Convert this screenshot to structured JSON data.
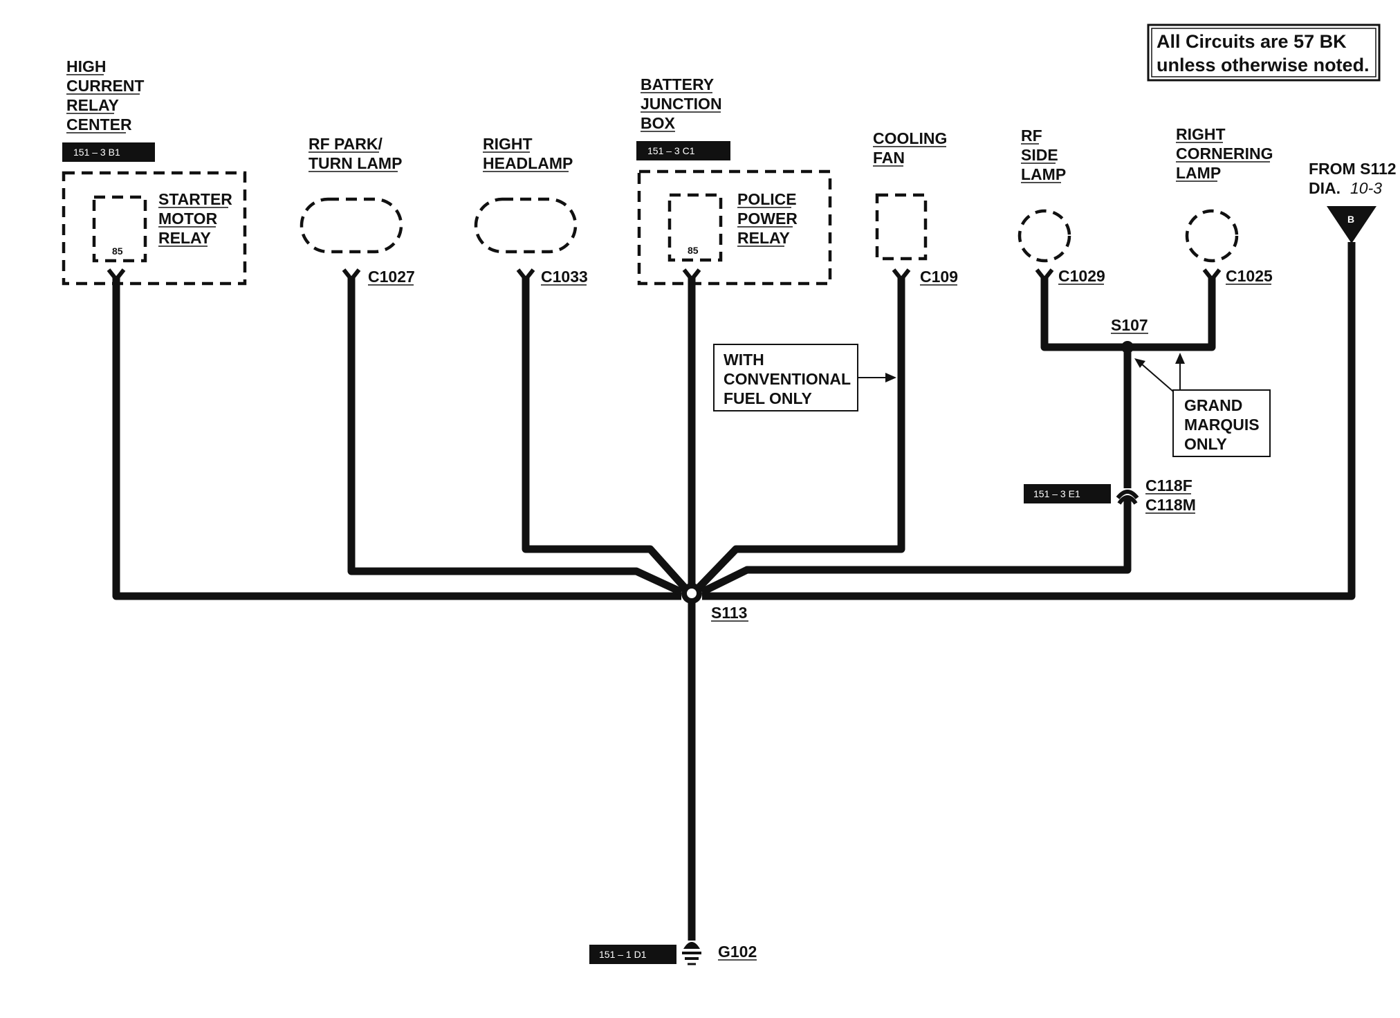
{
  "note": {
    "line1": "All Circuits are 57 BK",
    "line2": "unless otherwise noted."
  },
  "components": {
    "hcrc": {
      "title": [
        "HIGH",
        "CURRENT",
        "RELAY",
        "CENTER"
      ],
      "ref": "151 – 3 B1",
      "inner": [
        "STARTER",
        "MOTOR",
        "RELAY"
      ],
      "pin": "85"
    },
    "rf_park": {
      "title": [
        "RF PARK/",
        "TURN LAMP"
      ],
      "connector": "C1027"
    },
    "right_headlamp": {
      "title": [
        "RIGHT",
        "HEADLAMP"
      ],
      "connector": "C1033"
    },
    "bjb": {
      "title": [
        "BATTERY",
        "JUNCTION",
        "BOX"
      ],
      "ref": "151 – 3 C1",
      "inner": [
        "POLICE",
        "POWER",
        "RELAY"
      ],
      "pin": "85"
    },
    "cooling_fan": {
      "title": [
        "COOLING",
        "FAN"
      ],
      "connector": "C109"
    },
    "rf_side_lamp": {
      "title": [
        "RF",
        "SIDE",
        "LAMP"
      ],
      "connector": "C1029"
    },
    "right_cornering_lamp": {
      "title": [
        "RIGHT",
        "CORNERING",
        "LAMP"
      ],
      "connector": "C1025"
    },
    "from_s112": {
      "line1": "FROM S112",
      "line2": "DIA.",
      "dia": "10-3",
      "letter": "B"
    }
  },
  "callouts": {
    "conventional_fuel": [
      "WITH",
      "CONVENTIONAL",
      "FUEL ONLY"
    ],
    "grand_marquis": [
      "GRAND",
      "MARQUIS",
      "ONLY"
    ]
  },
  "splices": {
    "s107": "S107",
    "s113": "S113"
  },
  "inline": {
    "female": "C118F",
    "male": "C118M",
    "ref": "151 – 3 E1"
  },
  "ground": {
    "name": "G102",
    "ref": "151 – 1 D1"
  }
}
